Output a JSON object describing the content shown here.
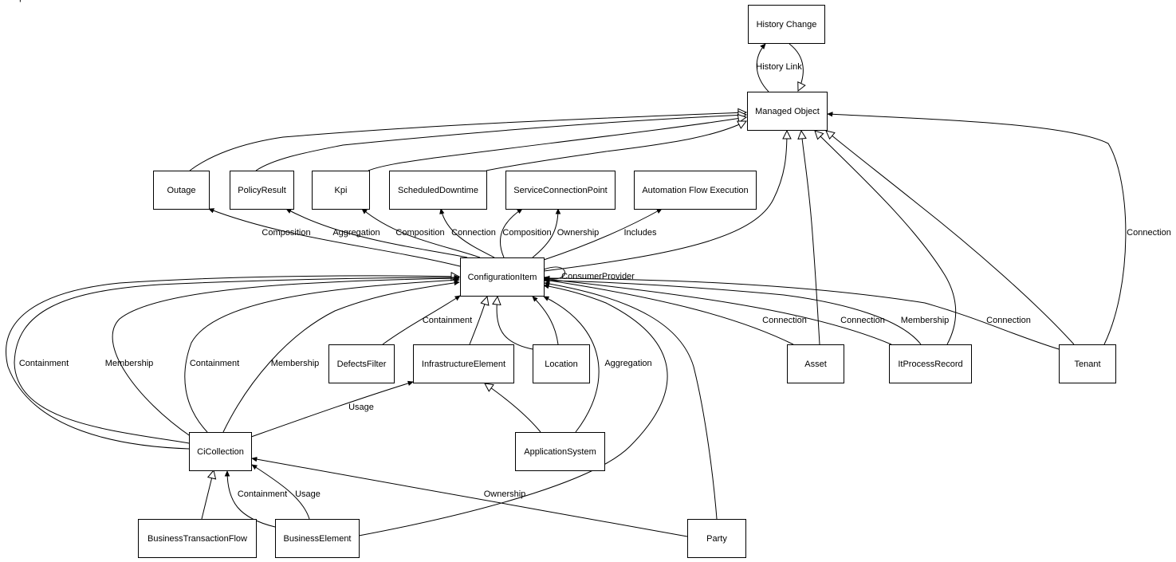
{
  "highlight_color": "#dcdcff",
  "nodes": [
    {
      "id": "history_change",
      "label": "History Change",
      "highlight": false
    },
    {
      "id": "managed_object",
      "label": "Managed Object",
      "highlight": false
    },
    {
      "id": "outage",
      "label": "Outage",
      "highlight": false
    },
    {
      "id": "policy_result",
      "label": "PolicyResult",
      "highlight": false
    },
    {
      "id": "kpi",
      "label": "Kpi",
      "highlight": false
    },
    {
      "id": "scheduled_downtime",
      "label": "ScheduledDowntime",
      "highlight": false
    },
    {
      "id": "service_connection_point",
      "label": "ServiceConnectionPoint",
      "highlight": false
    },
    {
      "id": "automation_flow_execution",
      "label": "Automation Flow Execution",
      "highlight": false
    },
    {
      "id": "configuration_item",
      "label": "ConfigurationItem",
      "highlight": false
    },
    {
      "id": "defects_filter",
      "label": "DefectsFilter",
      "highlight": false
    },
    {
      "id": "infrastructure_element",
      "label": "InfrastructureElement",
      "highlight": false
    },
    {
      "id": "location",
      "label": "Location",
      "highlight": false
    },
    {
      "id": "asset",
      "label": "Asset",
      "highlight": false
    },
    {
      "id": "it_process_record",
      "label": "ItProcessRecord",
      "highlight": false
    },
    {
      "id": "tenant",
      "label": "Tenant",
      "highlight": false
    },
    {
      "id": "ci_collection",
      "label": "CiCollection",
      "highlight": false
    },
    {
      "id": "application_system",
      "label": "ApplicationSystem",
      "highlight": false
    },
    {
      "id": "business_transaction_flow",
      "label": "BusinessTransactionFlow",
      "highlight": true
    },
    {
      "id": "business_element",
      "label": "BusinessElement",
      "highlight": false
    },
    {
      "id": "party",
      "label": "Party",
      "highlight": false
    }
  ],
  "edges": [
    {
      "id": "e1",
      "from": "managed_object",
      "to": "history_change",
      "kind": "association",
      "label": "History Link"
    },
    {
      "id": "e2",
      "from": "history_change",
      "to": "managed_object",
      "kind": "inheritance",
      "label": ""
    },
    {
      "id": "e3",
      "from": "outage",
      "to": "managed_object",
      "kind": "inheritance",
      "label": ""
    },
    {
      "id": "e4",
      "from": "policy_result",
      "to": "managed_object",
      "kind": "inheritance",
      "label": ""
    },
    {
      "id": "e5",
      "from": "kpi",
      "to": "managed_object",
      "kind": "inheritance",
      "label": ""
    },
    {
      "id": "e6",
      "from": "scheduled_downtime",
      "to": "managed_object",
      "kind": "inheritance",
      "label": ""
    },
    {
      "id": "e7",
      "from": "configuration_item",
      "to": "managed_object",
      "kind": "inheritance",
      "label": ""
    },
    {
      "id": "e8",
      "from": "asset",
      "to": "managed_object",
      "kind": "inheritance",
      "label": ""
    },
    {
      "id": "e9",
      "from": "it_process_record",
      "to": "managed_object",
      "kind": "inheritance",
      "label": ""
    },
    {
      "id": "e10",
      "from": "tenant",
      "to": "managed_object",
      "kind": "inheritance",
      "label": ""
    },
    {
      "id": "e11",
      "from": "tenant",
      "to": "managed_object",
      "kind": "association",
      "label": "Connection"
    },
    {
      "id": "e12",
      "from": "configuration_item",
      "to": "outage",
      "kind": "association",
      "label": "Composition"
    },
    {
      "id": "e13",
      "from": "configuration_item",
      "to": "policy_result",
      "kind": "association",
      "label": "Aggregation"
    },
    {
      "id": "e14",
      "from": "configuration_item",
      "to": "kpi",
      "kind": "association",
      "label": "Composition"
    },
    {
      "id": "e15",
      "from": "configuration_item",
      "to": "scheduled_downtime",
      "kind": "association",
      "label": "Connection"
    },
    {
      "id": "e16",
      "from": "configuration_item",
      "to": "service_connection_point",
      "kind": "association",
      "label": "Composition"
    },
    {
      "id": "e17",
      "from": "configuration_item",
      "to": "service_connection_point",
      "kind": "association",
      "label": "Ownership"
    },
    {
      "id": "e18",
      "from": "configuration_item",
      "to": "automation_flow_execution",
      "kind": "association",
      "label": "Includes"
    },
    {
      "id": "e19",
      "from": "configuration_item",
      "to": "configuration_item",
      "kind": "association",
      "label": "ConsumerProvider"
    },
    {
      "id": "e20",
      "from": "ci_collection",
      "to": "configuration_item",
      "kind": "inheritance",
      "label": ""
    },
    {
      "id": "e21",
      "from": "ci_collection",
      "to": "configuration_item",
      "kind": "association",
      "label": "Containment"
    },
    {
      "id": "e22",
      "from": "ci_collection",
      "to": "configuration_item",
      "kind": "association",
      "label": "Membership"
    },
    {
      "id": "e23",
      "from": "ci_collection",
      "to": "configuration_item",
      "kind": "association",
      "label": "Containment"
    },
    {
      "id": "e24",
      "from": "ci_collection",
      "to": "configuration_item",
      "kind": "association",
      "label": "Membership"
    },
    {
      "id": "e25",
      "from": "defects_filter",
      "to": "configuration_item",
      "kind": "association",
      "label": "Containment"
    },
    {
      "id": "e26",
      "from": "infrastructure_element",
      "to": "configuration_item",
      "kind": "inheritance",
      "label": ""
    },
    {
      "id": "e27",
      "from": "location",
      "to": "configuration_item",
      "kind": "inheritance",
      "label": ""
    },
    {
      "id": "e28",
      "from": "location",
      "to": "configuration_item",
      "kind": "association",
      "label": "Membership"
    },
    {
      "id": "e29",
      "from": "application_system",
      "to": "configuration_item",
      "kind": "association",
      "label": "Aggregation"
    },
    {
      "id": "e30",
      "from": "business_element",
      "to": "configuration_item",
      "kind": "association",
      "label": ""
    },
    {
      "id": "e31",
      "from": "party",
      "to": "configuration_item",
      "kind": "association",
      "label": ""
    },
    {
      "id": "e32",
      "from": "asset",
      "to": "configuration_item",
      "kind": "association",
      "label": "Connection"
    },
    {
      "id": "e33",
      "from": "it_process_record",
      "to": "configuration_item",
      "kind": "association",
      "label": "Connection"
    },
    {
      "id": "e34",
      "from": "it_process_record",
      "to": "configuration_item",
      "kind": "association",
      "label": "Membership"
    },
    {
      "id": "e35",
      "from": "tenant",
      "to": "configuration_item",
      "kind": "association",
      "label": "Connection"
    },
    {
      "id": "e36",
      "from": "ci_collection",
      "to": "infrastructure_element",
      "kind": "association",
      "label": "Usage"
    },
    {
      "id": "e37",
      "from": "application_system",
      "to": "infrastructure_element",
      "kind": "inheritance",
      "label": ""
    },
    {
      "id": "e38",
      "from": "business_transaction_flow",
      "to": "ci_collection",
      "kind": "inheritance",
      "label": ""
    },
    {
      "id": "e39",
      "from": "business_element",
      "to": "ci_collection",
      "kind": "association",
      "label": "Containment"
    },
    {
      "id": "e40",
      "from": "business_element",
      "to": "ci_collection",
      "kind": "association",
      "label": "Usage"
    },
    {
      "id": "e41",
      "from": "party",
      "to": "ci_collection",
      "kind": "association",
      "label": "Ownership"
    }
  ]
}
